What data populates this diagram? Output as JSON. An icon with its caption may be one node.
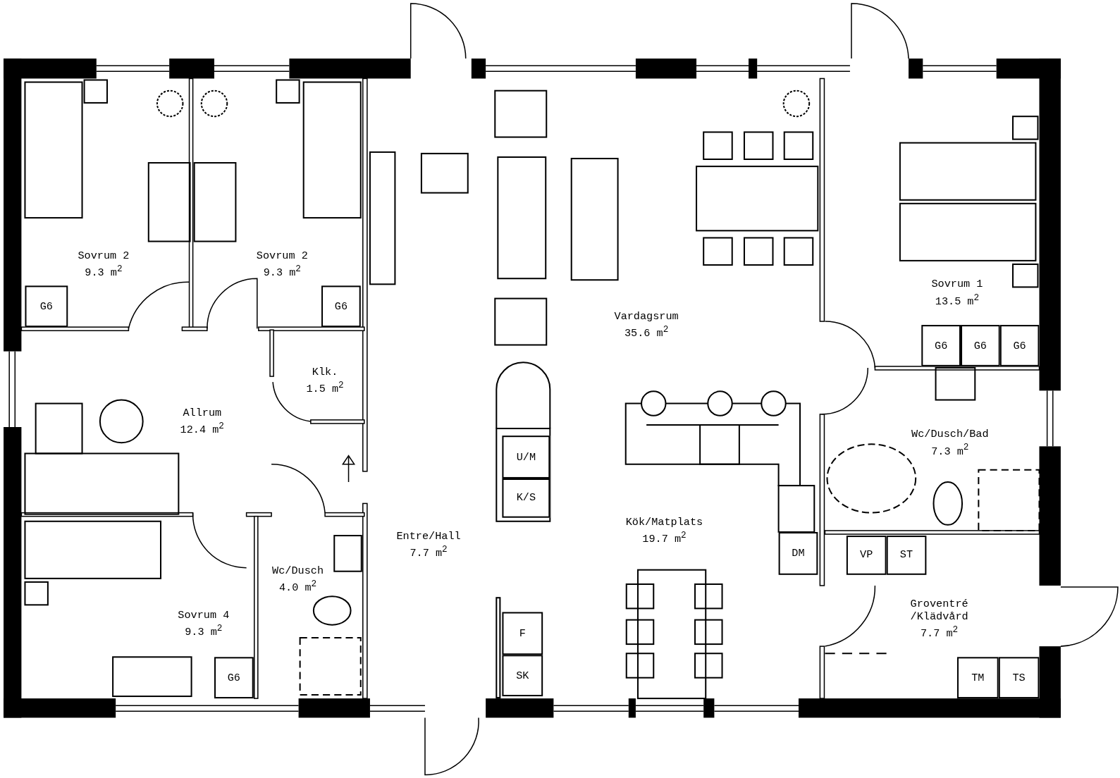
{
  "diagram": {
    "nodes": [
      {
        "text": [
          "Sovrum 2",
          "9.3 m$^{2}$"
        ]
      },
      {
        "text": [
          "G6"
        ],
        "in": 0
      },
      {
        "text": [
          "Sovrum 2",
          "9.3 m$^{2}$"
        ]
      },
      {
        "text": [
          "G6"
        ],
        "in": 2
      },
      {
        "text": [
          "Vardagsrum",
          "35.6 m$^{2}$"
        ]
      },
      {
        "text": [
          "Sovrum 1",
          "13.5 m$^{2}$"
        ]
      },
      {
        "text": [
          "G6"
        ],
        "in": 5
      },
      {
        "text": [
          "G6"
        ],
        "in": 5
      },
      {
        "text": [
          "G6"
        ],
        "in": 5
      },
      {
        "text": [
          "Klk.",
          "1.5 m$^{2}$"
        ]
      },
      {
        "text": [
          "Allrum",
          "12.4 m$^{2}$"
        ]
      },
      {
        "text": [
          "Wc/Dusch/Bad",
          "7.3 m$^{2}$"
        ]
      },
      {
        "text": [
          "Kök/Matplats",
          "19.7 m$^{2}$"
        ]
      },
      {
        "text": [
          "U/M"
        ],
        "in": 12
      },
      {
        "text": [
          "K/S"
        ],
        "in": 12
      },
      {
        "text": [
          "DM"
        ],
        "in": 12
      },
      {
        "text": [
          "F"
        ],
        "in": 12
      },
      {
        "text": [
          "SK"
        ],
        "in": 12
      },
      {
        "text": [
          "Entre/Hall",
          "7.7 m$^{2}$"
        ]
      },
      {
        "text": [
          "Wc/Dusch",
          "4.0 m$^{2}$"
        ]
      },
      {
        "text": [
          "Sovrum 4",
          "9.3 m$^{2}$"
        ]
      },
      {
        "text": [
          "G6"
        ],
        "in": 20
      },
      {
        "text": [
          "Groventré /Klädvård",
          "7.7 m$^{2}$"
        ]
      },
      {
        "text": [
          "VP"
        ],
        "in": 22
      },
      {
        "text": [
          "ST"
        ],
        "in": 22
      },
      {
        "text": [
          "TM"
        ],
        "in": 22
      },
      {
        "text": [
          "TS"
        ],
        "in": 22
      }
    ]
  }
}
